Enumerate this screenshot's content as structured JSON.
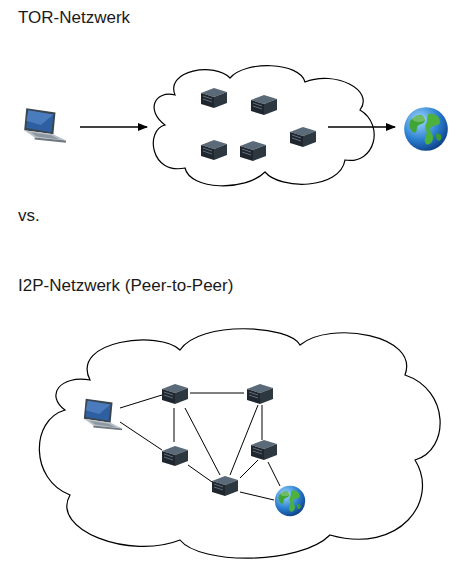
{
  "diagram": {
    "labels": [
      "TOR-Netzwerk",
      "vs.",
      "I2P-Netzwerk (Peer-to-Peer)"
    ]
  }
}
